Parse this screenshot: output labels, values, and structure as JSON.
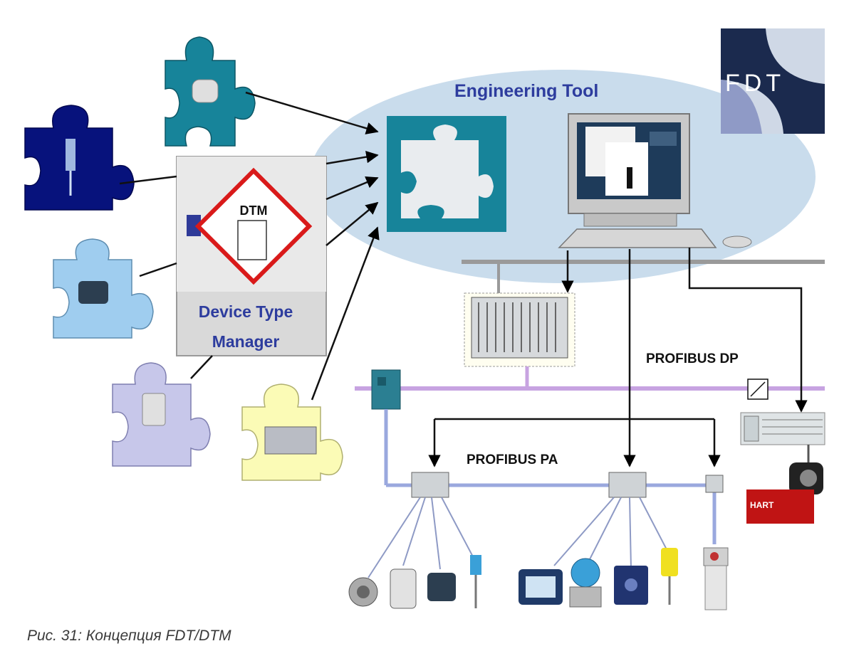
{
  "diagram": {
    "engineering_tool_label": "Engineering Tool",
    "dtm_label": "DTM",
    "dtm_caption_line1": "Device Type",
    "dtm_caption_line2": "Manager",
    "profibus_dp_label": "PROFIBUS DP",
    "profibus_pa_label": "PROFIBUS PA",
    "fdt_logo_text": "FDT",
    "hart_logo_text": "HART"
  },
  "caption": "Рис. 31:  Концепция FDT/DTM",
  "colors": {
    "cloud": "#c9dcec",
    "teal": "#17849a",
    "navy": "#07127c",
    "lightblue": "#9fcdef",
    "lavender": "#c7c7ea",
    "lightyellow": "#fbfbb6",
    "dtm_red": "#d91a1a",
    "profibus_dp": "#c7a3e1",
    "profibus_pa": "#9aa8de"
  }
}
